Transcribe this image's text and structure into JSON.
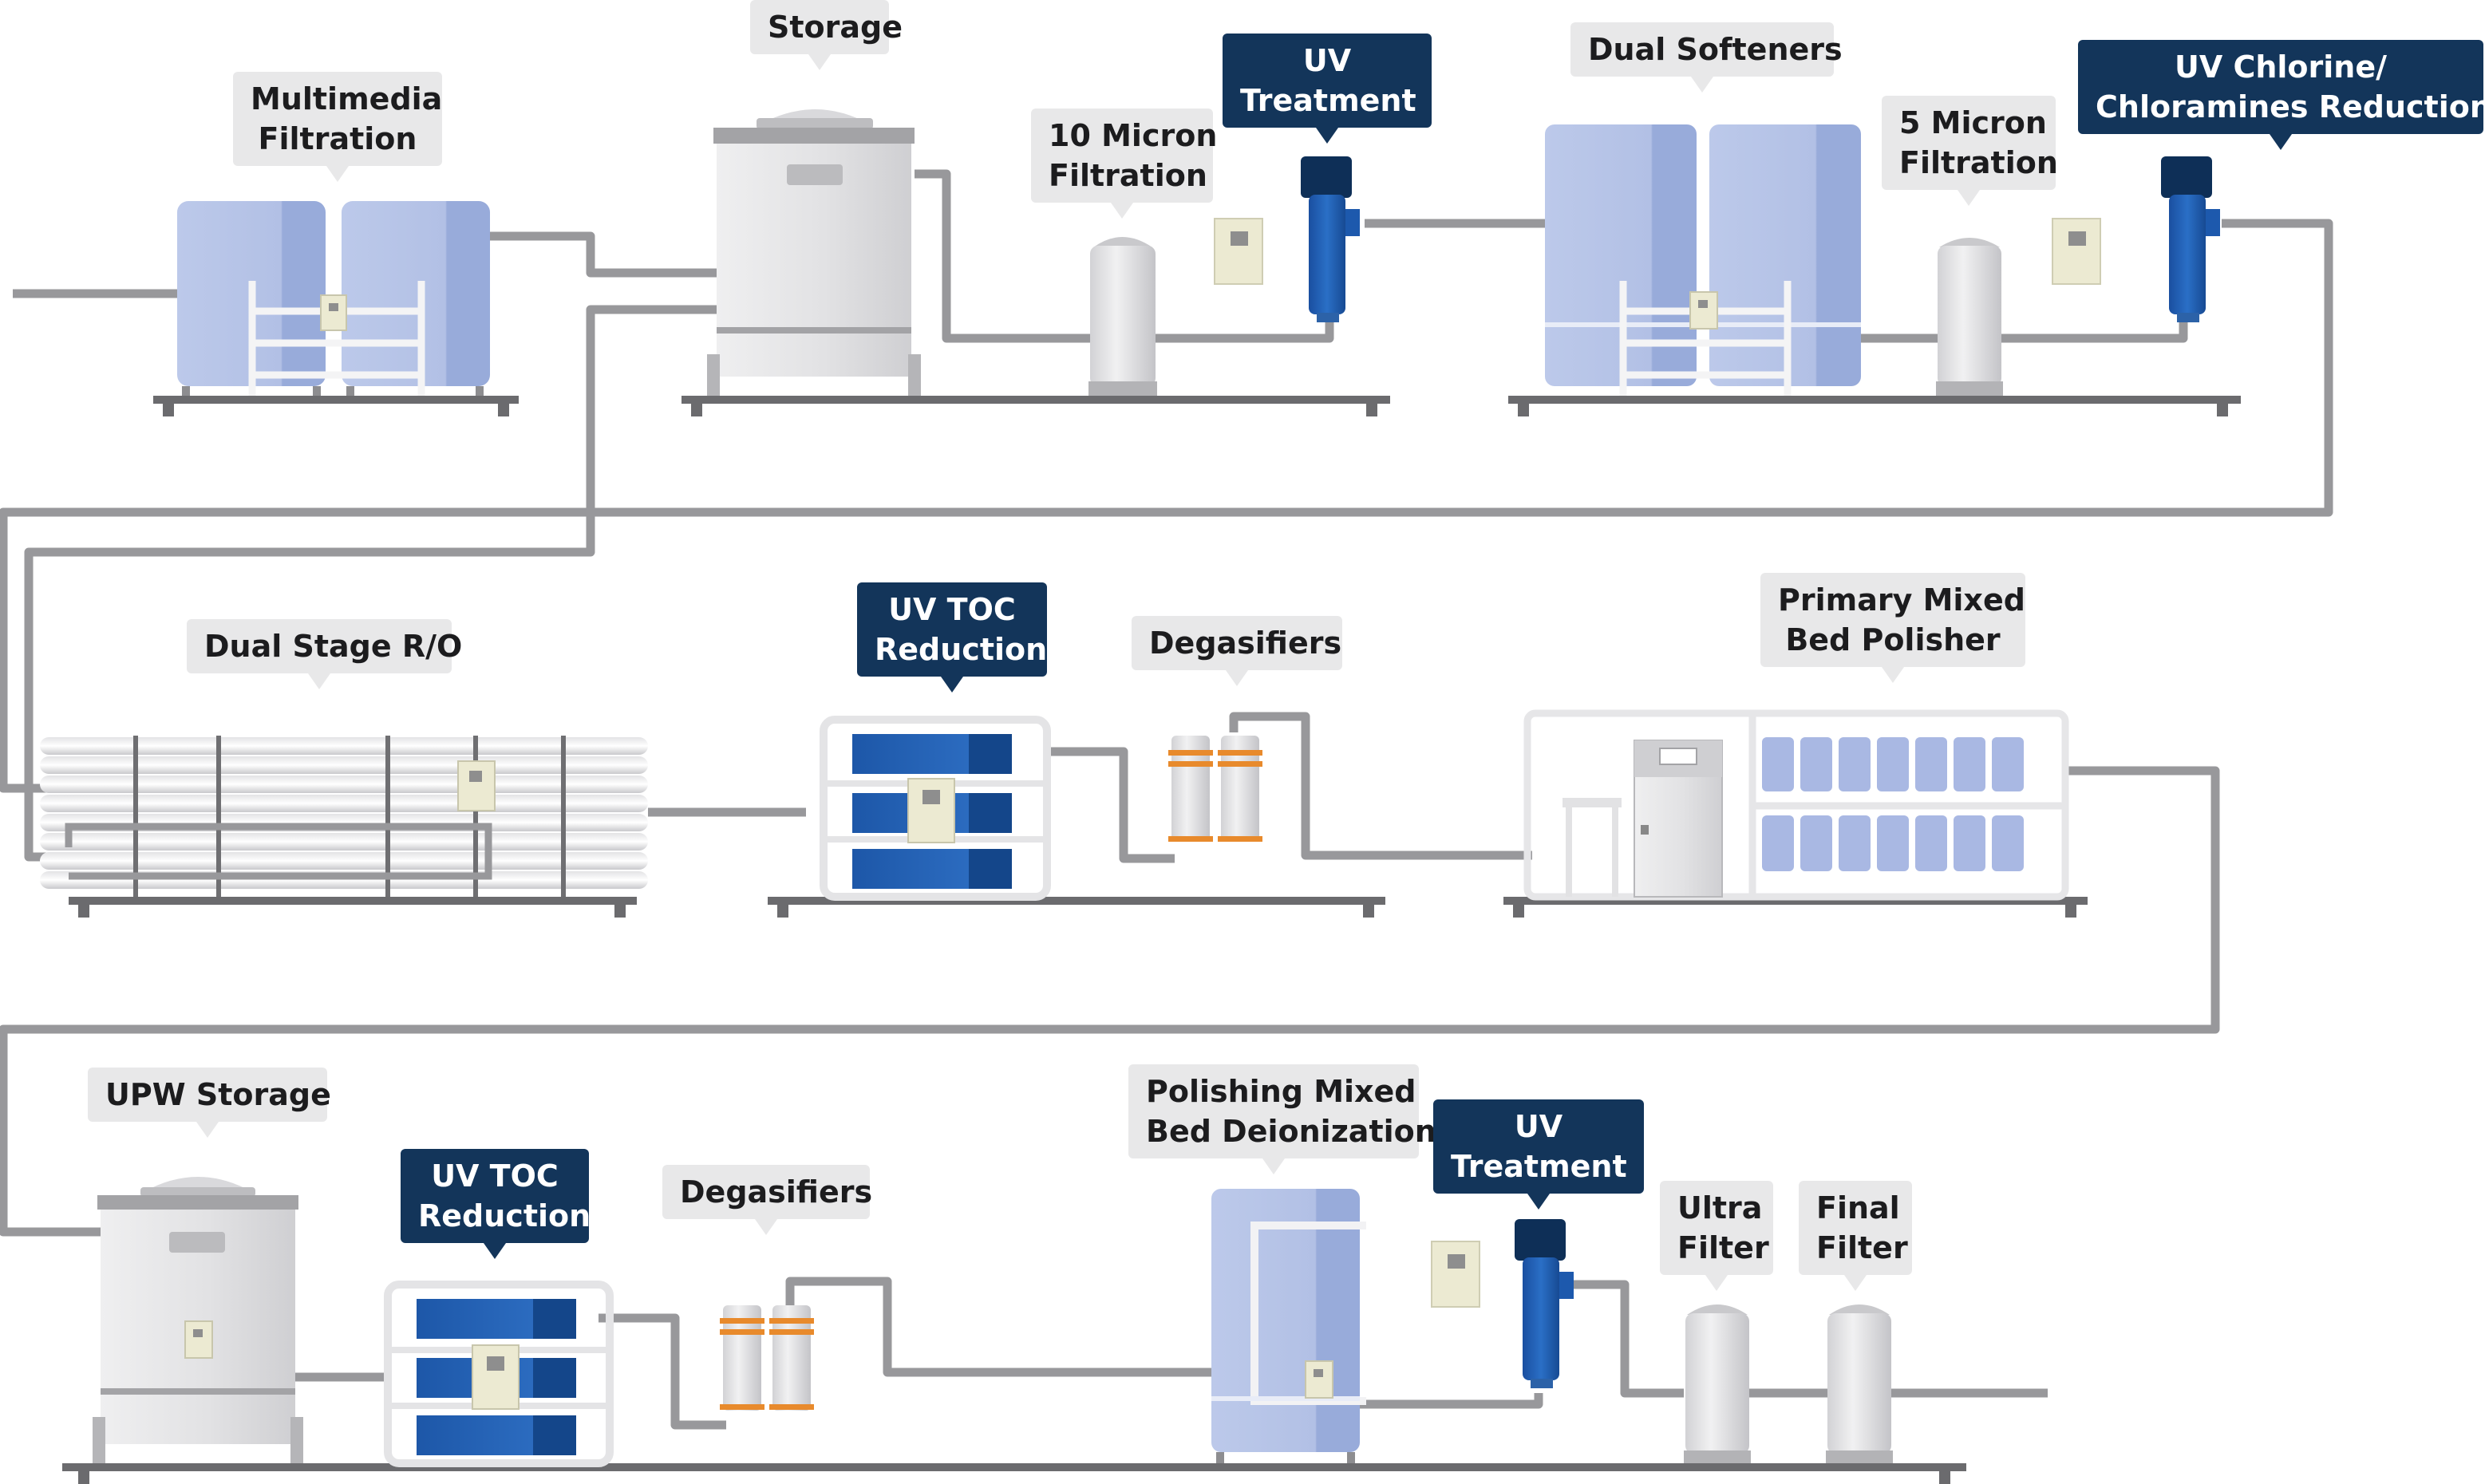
{
  "labels": {
    "multimedia": [
      "Multimedia",
      "Filtration"
    ],
    "storage": [
      "Storage"
    ],
    "micron10": [
      "10 Micron",
      "Filtration"
    ],
    "uv1": [
      "UV",
      "Treatment"
    ],
    "softeners": [
      "Dual Softeners"
    ],
    "micron5": [
      "5 Micron",
      "Filtration"
    ],
    "uvchlorine": [
      "UV Chlorine/",
      "Chloramines Reduction"
    ],
    "ro": [
      "Dual Stage R/O"
    ],
    "uvtoc1": [
      "UV TOC",
      "Reduction"
    ],
    "degas1": [
      "Degasifiers"
    ],
    "primary": [
      "Primary Mixed",
      "Bed Polisher"
    ],
    "upw": [
      "UPW Storage"
    ],
    "uvtoc2": [
      "UV TOC",
      "Reduction"
    ],
    "degas2": [
      "Degasifiers"
    ],
    "polishing": [
      "Polishing Mixed",
      "Bed Deionization"
    ],
    "uv2": [
      "UV",
      "Treatment"
    ],
    "ultra": [
      "Ultra",
      "Filter"
    ],
    "final": [
      "Final",
      "Filter"
    ]
  },
  "colors": {
    "pipe": "#98989b",
    "tank_blue": "#b4c2e6",
    "tank_blue_dark": "#93a6d8",
    "tank_grey": "#e4e4e6",
    "uv_blue": "#1f5fb3",
    "uv_cap": "#0e2f57",
    "callout_dark": "#13355a",
    "callout_light": "#e8e8e9",
    "panel": "#ecead2",
    "accent_orange": "#e88a2c"
  }
}
